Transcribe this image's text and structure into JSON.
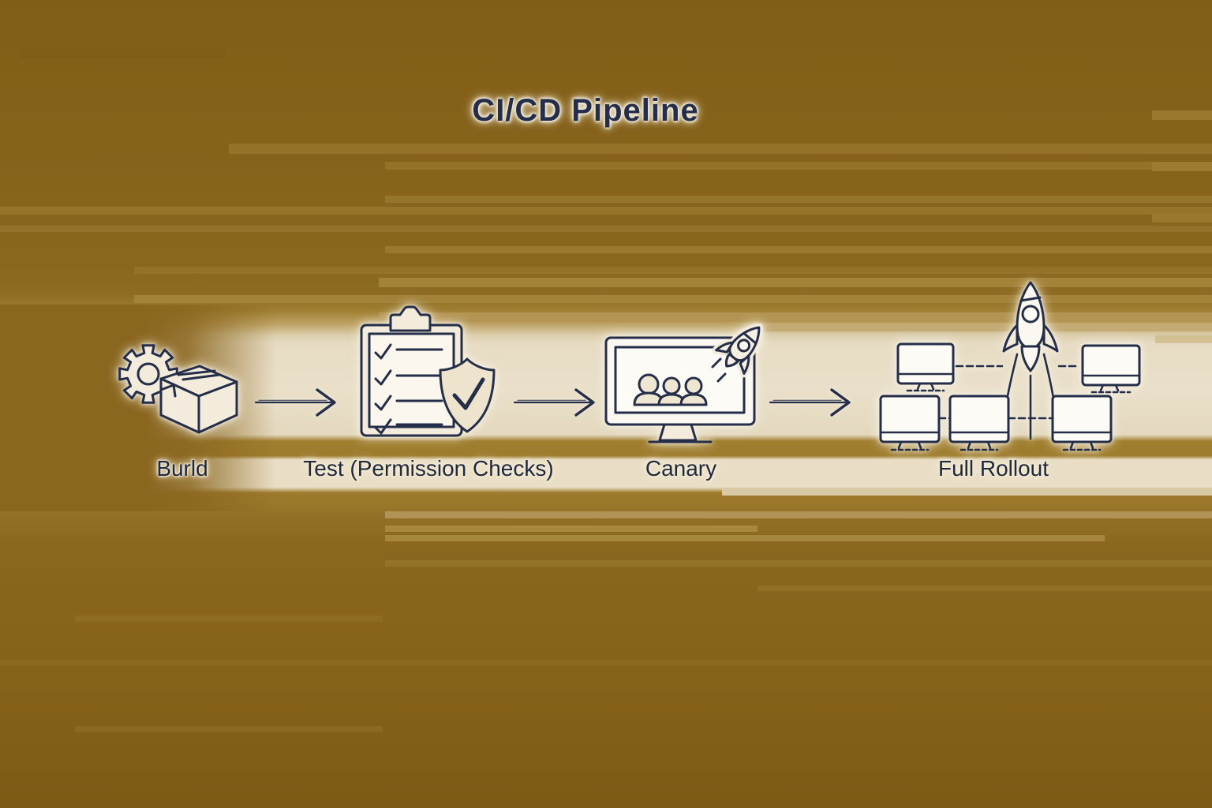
{
  "title": "CI/CD Pipeline",
  "pipeline": {
    "stages": [
      {
        "id": "build",
        "label": "Burld",
        "icon": "gear-package-icon"
      },
      {
        "id": "test",
        "label": "Test (Permission Checks)",
        "icon": "clipboard-checklist-shield-icon"
      },
      {
        "id": "canary",
        "label": "Canary",
        "icon": "monitor-audience-rocket-icon"
      },
      {
        "id": "full-rollout",
        "label": "Full Rollout",
        "icon": "monitor-network-rocket-icon"
      }
    ],
    "connectors": [
      {
        "from": "Burld",
        "to": "Test (Permission Checks)",
        "type": "arrow-right"
      },
      {
        "from": "Test (Permission Checks)",
        "to": "Canary",
        "type": "arrow-right"
      },
      {
        "from": "Canary",
        "to": "Full Rollout",
        "type": "arrow-right"
      }
    ]
  },
  "colors": {
    "background_gold": "#8a661f",
    "band_cream": "#e8ddc5",
    "stripe_gold": "#9e7c2d",
    "outline_navy": "#252e48",
    "icon_fill": "#f3ecdd",
    "text_navy": "#20283c"
  }
}
